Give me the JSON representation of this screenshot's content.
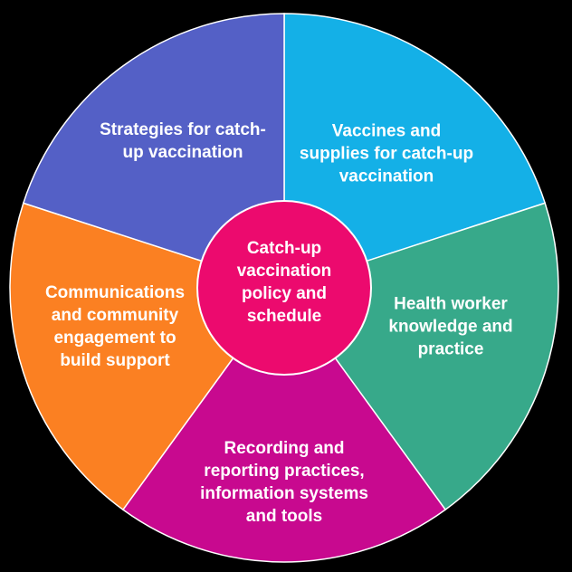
{
  "center": {
    "label": "Catch-up\nvaccination\npolicy and\nschedule",
    "color": "#ec0a6e"
  },
  "segments": [
    {
      "id": "strategies",
      "label": "Strategies for catch-\nup vaccination",
      "color": "#5460c6"
    },
    {
      "id": "vaccines",
      "label": "Vaccines and\nsupplies for catch-up\nvaccination",
      "color": "#14b0e7"
    },
    {
      "id": "health",
      "label": "Health worker\nknowledge and\npractice",
      "color": "#37a98a"
    },
    {
      "id": "recording",
      "label": "Recording and\nreporting practices,\ninformation systems\nand tools",
      "color": "#c8098f"
    },
    {
      "id": "comms",
      "label": "Communications\nand community\nengagement to\nbuild support",
      "color": "#fb8022"
    }
  ],
  "colors": {
    "background": "#000000",
    "divider": "#ffffff"
  }
}
